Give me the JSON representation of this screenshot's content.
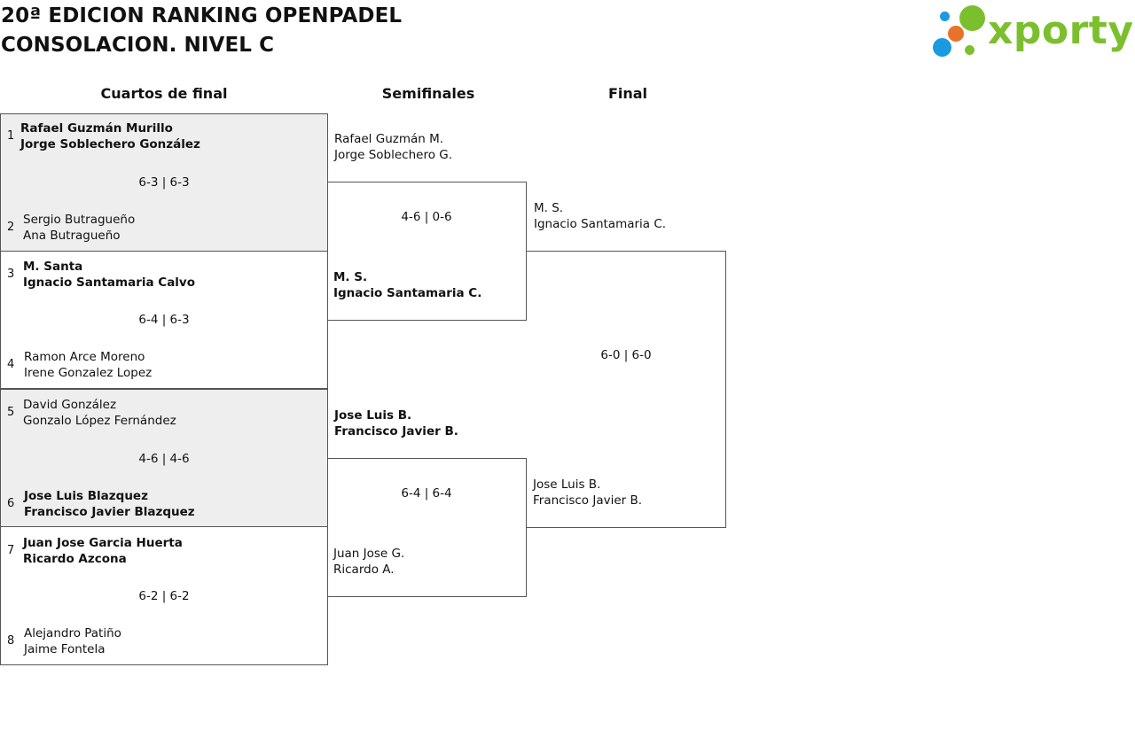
{
  "header": {
    "title_line1": "20ª EDICION RANKING OPENPADEL",
    "title_line2": "CONSOLACION. NIVEL C",
    "logo_text": "xporty",
    "logo_colors": {
      "text": "#7cbf2e",
      "dot_blue": "#1a9ae0",
      "dot_orange": "#e8722a",
      "dot_green": "#7cbf2e"
    }
  },
  "rounds": {
    "quarters": "Cuartos de final",
    "semis": "Semifinales",
    "final": "Final"
  },
  "quarterfinals": [
    {
      "top": {
        "seed": "1",
        "player1": "Rafael Guzmán Murillo",
        "player2": "Jorge Soblechero González"
      },
      "score": "6-3 | 6-3",
      "bottom": {
        "seed": "2",
        "player1": "Sergio Butragueño",
        "player2": "Ana Butragueño"
      }
    },
    {
      "top": {
        "seed": "3",
        "player1": "M. Santa",
        "player2": "Ignacio Santamaria Calvo"
      },
      "score": "6-4 | 6-3",
      "bottom": {
        "seed": "4",
        "player1": "Ramon Arce Moreno",
        "player2": "Irene Gonzalez Lopez"
      }
    },
    {
      "top": {
        "seed": "5",
        "player1": "David González",
        "player2": "Gonzalo López Fernández"
      },
      "score": "4-6 | 4-6",
      "bottom": {
        "seed": "6",
        "player1": "Jose Luis Blazquez",
        "player2": "Francisco Javier Blazquez"
      }
    },
    {
      "top": {
        "seed": "7",
        "player1": "Juan Jose Garcia Huerta",
        "player2": "Ricardo Azcona"
      },
      "score": "6-2 | 6-2",
      "bottom": {
        "seed": "8",
        "player1": "Alejandro Patiño",
        "player2": "Jaime Fontela"
      }
    }
  ],
  "semifinals": [
    {
      "top": {
        "player1": "Rafael Guzmán M.",
        "player2": "Jorge Soblechero G."
      },
      "score": "4-6 | 0-6",
      "bottom": {
        "player1": "M. S.",
        "player2": "Ignacio Santamaria C."
      }
    },
    {
      "top": {
        "player1": "Jose Luis B.",
        "player2": "Francisco Javier B."
      },
      "score": "6-4 | 6-4",
      "bottom": {
        "player1": "Juan Jose G.",
        "player2": "Ricardo A."
      }
    }
  ],
  "final": {
    "top": {
      "player1": "M. S.",
      "player2": "Ignacio Santamaria C."
    },
    "score": "6-0 | 6-0",
    "bottom": {
      "player1": "Jose Luis B.",
      "player2": "Francisco Javier B."
    }
  }
}
